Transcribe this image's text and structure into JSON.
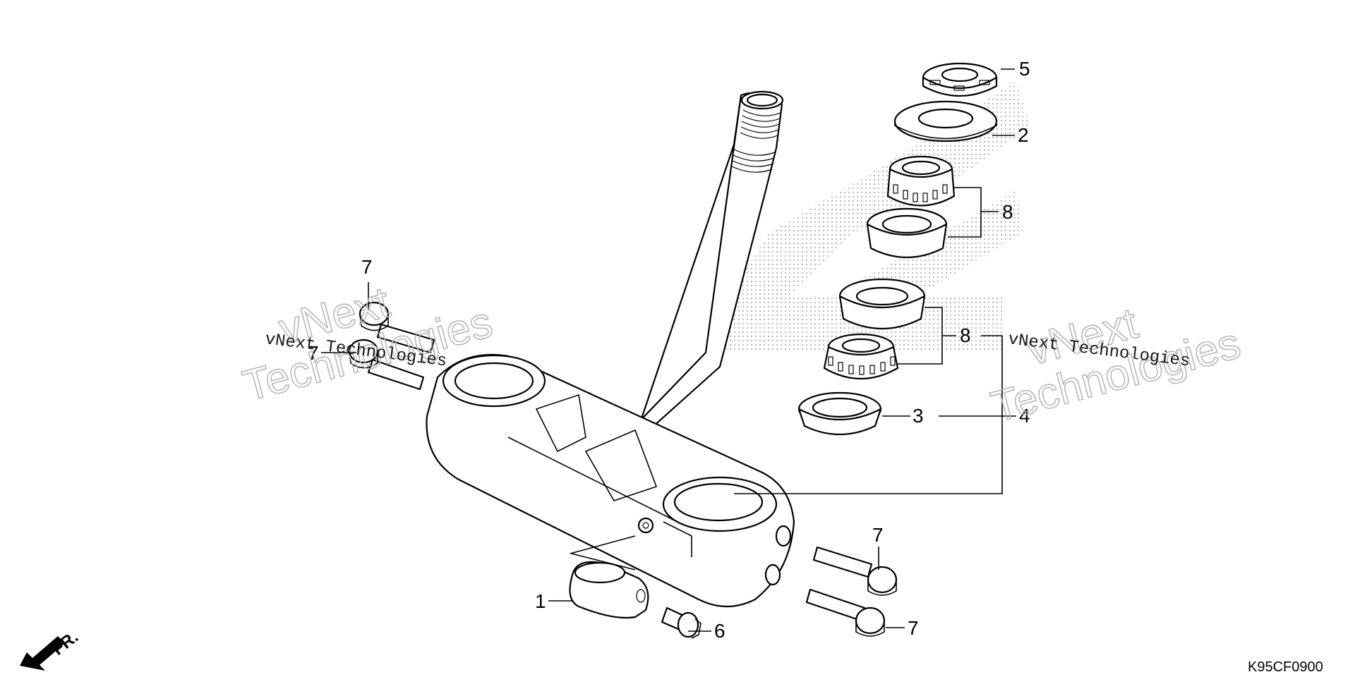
{
  "callouts": {
    "c1": "1",
    "c2": "2",
    "c3": "3",
    "c4": "4",
    "c5": "5",
    "c6": "6",
    "c7a": "7",
    "c7b": "7",
    "c7c": "7",
    "c7d": "7",
    "c8a": "8",
    "c8b": "8"
  },
  "direction_label": "FR.",
  "diagram_code": "K95CF0900",
  "watermarks": {
    "outline_line1": "vNext",
    "outline_line2": "Technologies",
    "inline_text": "vNext Technologies"
  }
}
